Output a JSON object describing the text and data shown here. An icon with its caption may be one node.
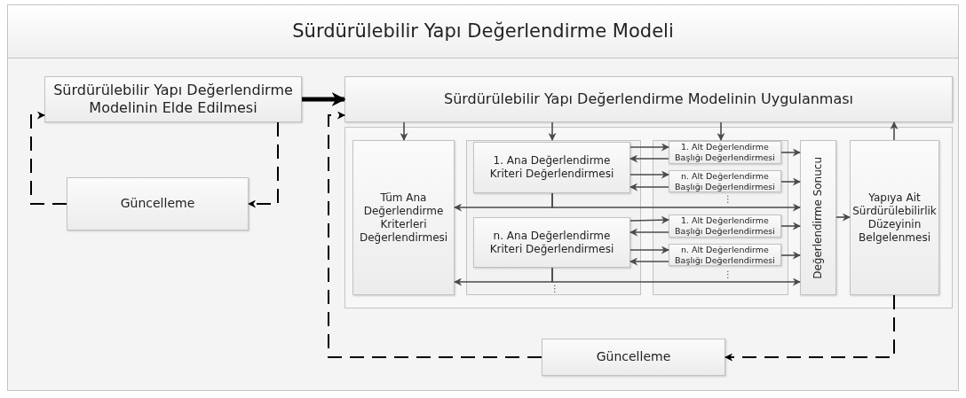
{
  "diagram": {
    "title": "Sürdürülebilir Yapı Değerlendirme Modeli",
    "nodes": [
      {
        "text": [
          "Sürdürülebilir Yapı Değerlendirme Modelinin Elde Edilmesi"
        ]
      },
      {
        "text": [
          "Güncelleme"
        ]
      },
      {
        "text": [
          "Sürdürülebilir Yapı Değerlendirme Modelinin Uygulanması"
        ]
      },
      {
        "text": [
          "Tüm Ana Değerlendirme Kriterleri Değerlendirmesi"
        ]
      },
      {
        "text": [],
        "shape": "box"
      },
      {
        "text": [
          "1. Ana Değerlendirme Kriteri Değerlendirmesi"
        ],
        "in": 4
      },
      {
        "text": [
          "n. Ana Değerlendirme Kriteri Değerlendirmesi"
        ],
        "in": 4
      },
      {
        "text": [],
        "shape": "box"
      },
      {
        "text": [
          "1. Alt Değerlendirme Başlığı Değerlendirmesi"
        ],
        "in": 7
      },
      {
        "text": [
          "n. Alt Değerlendirme Başlığı Değerlendirmesi"
        ],
        "in": 7
      },
      {
        "text": [
          "1. Alt Değerlendirme Başlığı Değerlendirmesi"
        ],
        "in": 7
      },
      {
        "text": [
          "n. Alt Değerlendirme Başlığı Değerlendirmesi"
        ],
        "in": 7
      },
      {
        "text": [
          "Değerlendirme Sonucu"
        ]
      },
      {
        "text": [
          "Yapıya Ait Sürdürülebilirlik Düzeyinin Belgelenmesi"
        ]
      },
      {
        "text": [
          "Güncelleme"
        ]
      }
    ],
    "edges": [
      {
        "from": 0,
        "to": 2,
        "arrow": "to",
        "style": "thick",
        "color": "#000000"
      },
      {
        "from": 0,
        "to": 1,
        "arrow": "to",
        "style": "dashed",
        "color": "#000000"
      },
      {
        "from": 1,
        "to": 0,
        "arrow": "to",
        "style": "dashed",
        "color": "#000000"
      },
      {
        "from": 2,
        "to": 3,
        "arrow": "to"
      },
      {
        "from": 2,
        "to": 4,
        "arrow": "to"
      },
      {
        "from": 2,
        "to": 7,
        "arrow": "to"
      },
      {
        "from": 5,
        "to": 8,
        "arrow": "to"
      },
      {
        "from": 8,
        "to": 5,
        "arrow": "to"
      },
      {
        "from": 5,
        "to": 9,
        "arrow": "to"
      },
      {
        "from": 9,
        "to": 5,
        "arrow": "to"
      },
      {
        "from": 6,
        "to": 10,
        "arrow": "to"
      },
      {
        "from": 10,
        "to": 6,
        "arrow": "to"
      },
      {
        "from": 6,
        "to": 11,
        "arrow": "to"
      },
      {
        "from": 11,
        "to": 6,
        "arrow": "to"
      },
      {
        "from": 5,
        "to": 3,
        "arrow": "to"
      },
      {
        "from": 5,
        "to": 12,
        "arrow": "to"
      },
      {
        "from": 6,
        "to": 3,
        "arrow": "to"
      },
      {
        "from": 6,
        "to": 12,
        "arrow": "to"
      },
      {
        "from": 8,
        "to": 12,
        "arrow": "to"
      },
      {
        "from": 9,
        "to": 12,
        "arrow": "to"
      },
      {
        "from": 10,
        "to": 12,
        "arrow": "to"
      },
      {
        "from": 11,
        "to": 12,
        "arrow": "to"
      },
      {
        "from": 12,
        "to": 13,
        "arrow": "to"
      },
      {
        "from": 13,
        "to": 2,
        "arrow": "to"
      },
      {
        "from": 13,
        "to": 14,
        "arrow": "to",
        "style": "dashed",
        "color": "#000000"
      },
      {
        "from": 14,
        "to": 2,
        "arrow": "to",
        "style": "dashed",
        "color": "#000000"
      }
    ],
    "labels": [
      "⋮",
      "⋮",
      "⋮"
    ]
  }
}
